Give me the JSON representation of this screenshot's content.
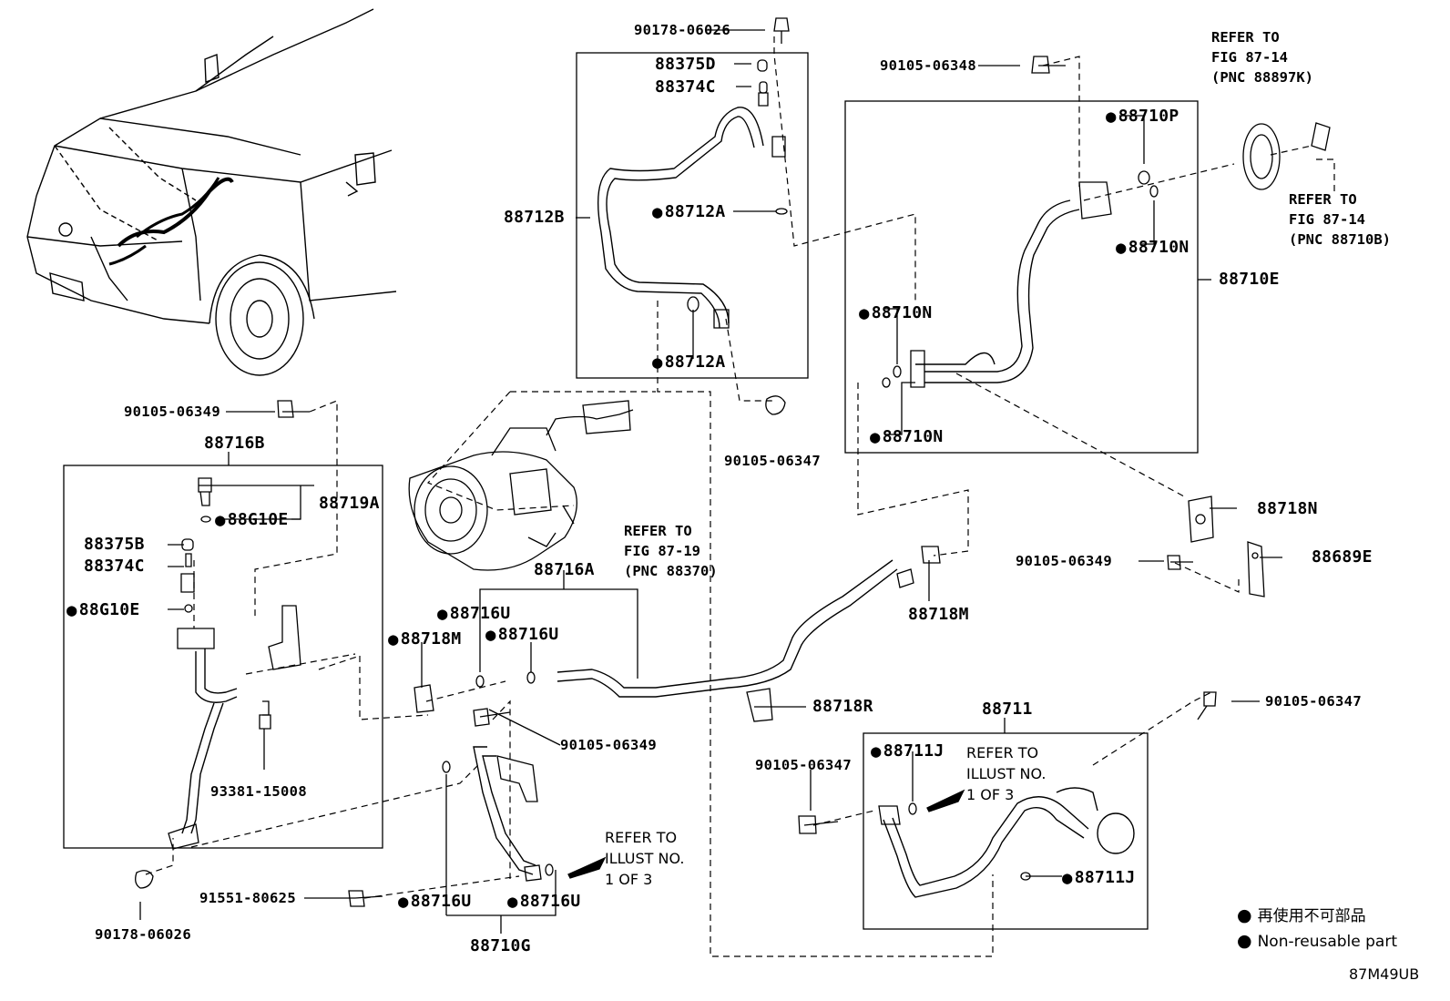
{
  "diagram_code": "87M49UB",
  "labels": {
    "p90178_06026_top": "90178-06026",
    "p88375D": "88375D",
    "p88374C_top": "88374C",
    "p88712B": "88712B",
    "p88712A_upper": "88712A",
    "p88712A_lower": "88712A",
    "p90105_06347_mid": "90105-06347",
    "p90105_06348": "90105-06348",
    "p88710P": "88710P",
    "p88710N_right": "88710N",
    "p88710E": "88710E",
    "p88710N_left": "88710N",
    "p88710N_bottom": "88710N",
    "p88718N": "88718N",
    "p88689E": "88689E",
    "p90105_06349_right": "90105-06349",
    "p88718M_right": "88718M",
    "p90105_06349_left": "90105-06349",
    "p88716B": "88716B",
    "p88719A": "88719A",
    "p88G10E_top": "88G10E",
    "p88375B": "88375B",
    "p88374C_left": "88374C",
    "p88G10E_bottom": "88G10E",
    "p93381_15008": "93381-15008",
    "p90178_06026_bottom": "90178-06026",
    "p88716A": "88716A",
    "p88716U_a": "88716U",
    "p88716U_b": "88716U",
    "p88718M_left": "88718M",
    "p90105_06349_center": "90105-06349",
    "p88718R": "88718R",
    "p91551_80625": "91551-80625",
    "p88716U_c": "88716U",
    "p88716U_d": "88716U",
    "p88710G": "88710G",
    "p88711": "88711",
    "p90105_06347_right": "90105-06347",
    "p90105_06347_left": "90105-06347",
    "p88711J_top": "88711J",
    "p88711J_bottom": "88711J"
  },
  "refs": {
    "fig_88897K": "REFER TO\nFIG 87-14\n(PNC 88897K)",
    "fig_88710B": "REFER TO\nFIG 87-14\n(PNC 88710B)",
    "fig_88370": "REFER TO\nFIG 87-19\n(PNC 88370)",
    "illust_right": "REFER TO\nILLUST NO.\n1 OF 3",
    "illust_center": "REFER TO\nILLUST NO.\n1 OF 3"
  },
  "legend": {
    "jp": "再使用不可部品",
    "en": "Non-reusable part"
  }
}
